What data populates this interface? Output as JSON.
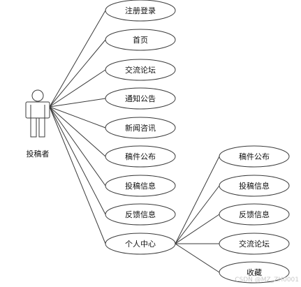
{
  "actor": {
    "name": "投稿者"
  },
  "use_cases": [
    {
      "id": "register",
      "label": "注册登录"
    },
    {
      "id": "home",
      "label": "首页"
    },
    {
      "id": "forum",
      "label": "交流论坛"
    },
    {
      "id": "notice",
      "label": "通知公告"
    },
    {
      "id": "news",
      "label": "新闻咨讯"
    },
    {
      "id": "manuscript",
      "label": "稿件公布"
    },
    {
      "id": "submission",
      "label": "投稿信息"
    },
    {
      "id": "feedback",
      "label": "反馈信息"
    },
    {
      "id": "personal",
      "label": "个人中心"
    }
  ],
  "personal_sub_cases": [
    {
      "id": "sub-manuscript",
      "label": "稿件公布"
    },
    {
      "id": "sub-submission",
      "label": "投稿信息"
    },
    {
      "id": "sub-feedback",
      "label": "反馈信息"
    },
    {
      "id": "sub-forum",
      "label": "交流论坛"
    },
    {
      "id": "sub-favorites",
      "label": "收藏"
    }
  ],
  "watermark": "CSDN @MZ_ZH0001"
}
